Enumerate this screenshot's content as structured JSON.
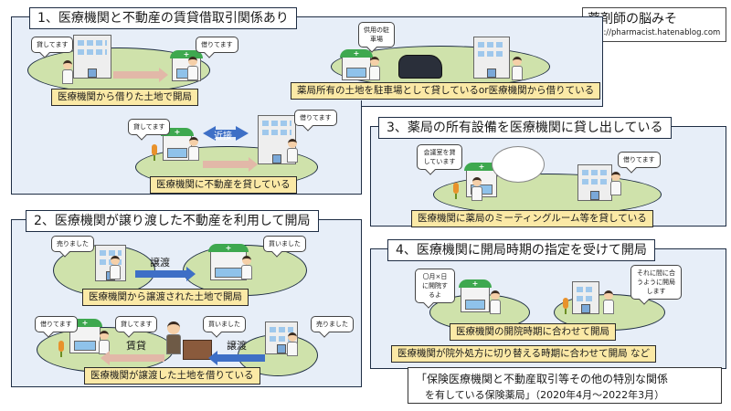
{
  "brand": {
    "title": "薬剤師の脳みそ",
    "url": "http://pharmacist.hatenablog.com"
  },
  "sections": {
    "s1": {
      "title": "1、医療機関と不動産の賃貸借取引関係あり",
      "captions": [
        "医療機関から借りた土地で開局",
        "薬局所有の土地を駐車場として貸しているor医療機関から借りている",
        "医療機関に不動産を貸している"
      ],
      "bubbles": {
        "lend1": "貸してます",
        "borrow1": "借りてます",
        "parking": "供用の駐車場",
        "lend2": "貸してます",
        "borrow2": "借りてます"
      },
      "near_label": "近接"
    },
    "s2": {
      "title": "2、医療機関が譲り渡した不動産を利用して開局",
      "captions": [
        "医療機関から譲渡された土地で開局",
        "医療機関が譲渡した土地を借りている"
      ],
      "bubbles": {
        "sold1": "売りました",
        "bought1": "買いました",
        "borrow": "借りてます",
        "lend": "貸してます",
        "bought2": "買いました",
        "sold2": "売りました"
      },
      "labels": {
        "transfer1": "譲渡",
        "lease": "賃貸",
        "transfer2": "譲渡"
      }
    },
    "s3": {
      "title": "3、薬局の所有設備を医療機関に貸し出している",
      "caption": "医療機関に薬局のミーティングルーム等を貸している",
      "bubbles": {
        "room": "会議室を貸しています",
        "borrow": "借りてます"
      }
    },
    "s4": {
      "title": "4、医療機関に開局時期の指定を受けて開局",
      "captions": [
        "医療機関の開院時期に合わせて開局",
        "医療機関が院外処方に切り替える時期に合わせて開局 など"
      ],
      "bubbles": {
        "date": "〇月×日に開院するよ",
        "match": "それに間に合うように開局します"
      }
    }
  },
  "footer": {
    "line1": "「保険医療機関と不動産取引等その他の特別な関係",
    "line2": "を有している保険薬局」（2020年4月〜2022年3月）"
  }
}
